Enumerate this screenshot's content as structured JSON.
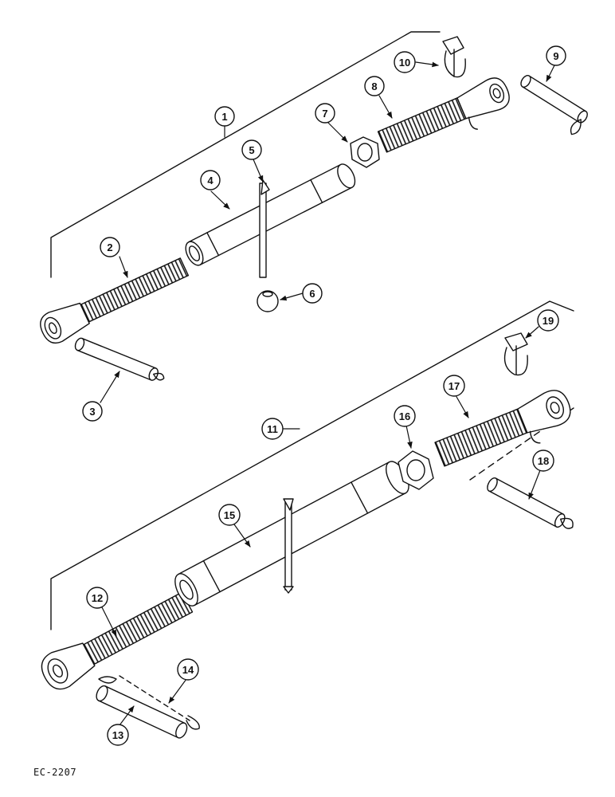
{
  "figure_code": "EC-2207",
  "callouts": [
    "1",
    "2",
    "3",
    "4",
    "5",
    "6",
    "7",
    "8",
    "9",
    "10",
    "11",
    "12",
    "13",
    "14",
    "15",
    "16",
    "17",
    "18",
    "19"
  ]
}
